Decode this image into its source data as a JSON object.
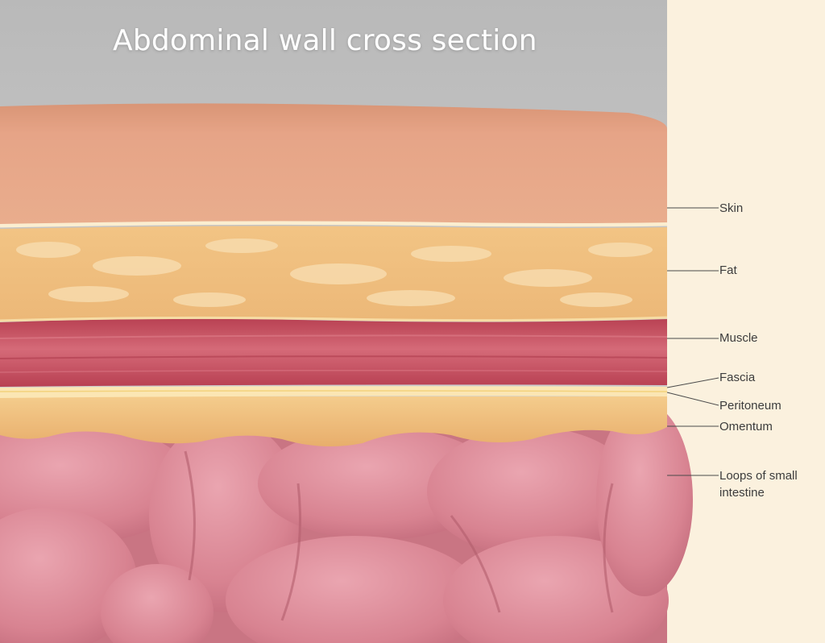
{
  "title": "Abdominal wall cross section",
  "labels": {
    "skin": "Skin",
    "fat": "Fat",
    "muscle": "Muscle",
    "fascia": "Fascia",
    "peritoneum": "Peritoneum",
    "omentum": "Omentum",
    "loops_line1": "Loops of small",
    "loops_line2": "intestine"
  },
  "colors": {
    "background_top": "#c9c9c9",
    "label_panel": "#fbf1de",
    "skin": "#e4a183",
    "fat": "#f0c17f",
    "muscle": "#c6505f",
    "fascia": "#fbe6b4",
    "omentum": "#f0c27e",
    "intestine": "#d98694"
  }
}
